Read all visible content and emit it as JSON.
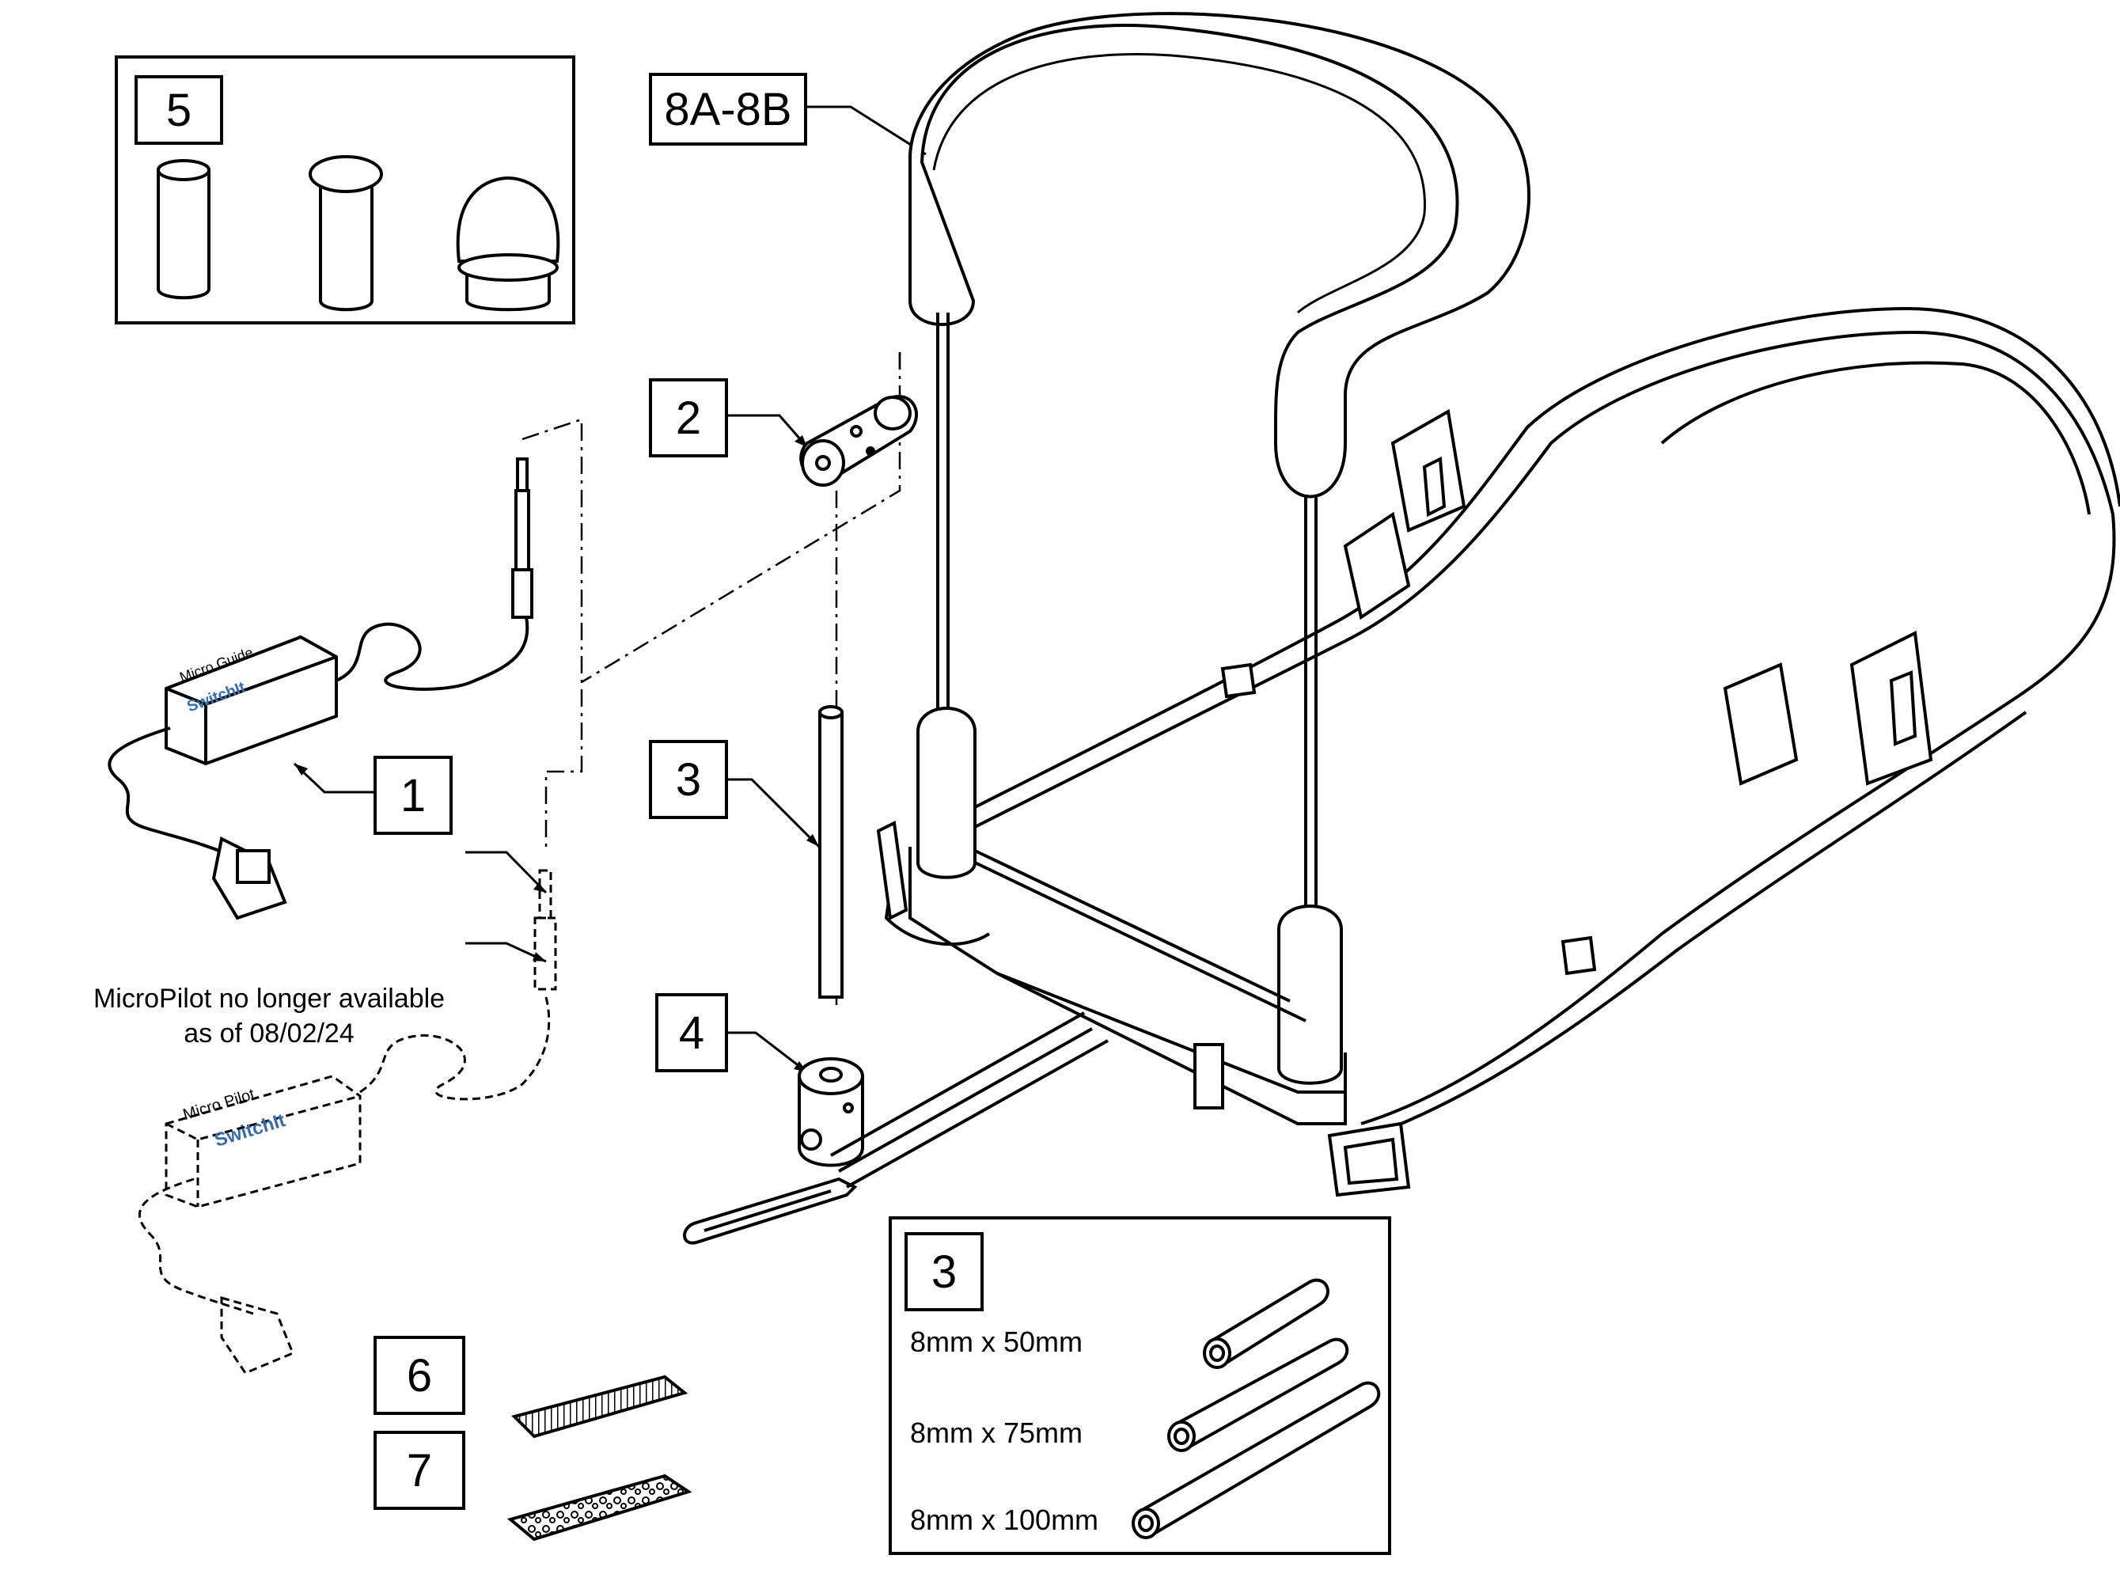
{
  "callouts": {
    "c8": "8A-8B",
    "c5": "5",
    "c2": "2",
    "c1": "1",
    "c3": "3",
    "c4": "4",
    "c6": "6",
    "c7": "7",
    "c3_inset": "3"
  },
  "notice": {
    "line1": "MicroPilot no longer available",
    "line2": "as of 08/02/24"
  },
  "device_labels": {
    "micro_guide": "Micro Guide",
    "micro_pilot": "Micro Pilot",
    "brand": "SwitchIt"
  },
  "sizes": [
    "8mm x 50mm",
    "8mm x 75mm",
    "8mm x 100mm"
  ]
}
